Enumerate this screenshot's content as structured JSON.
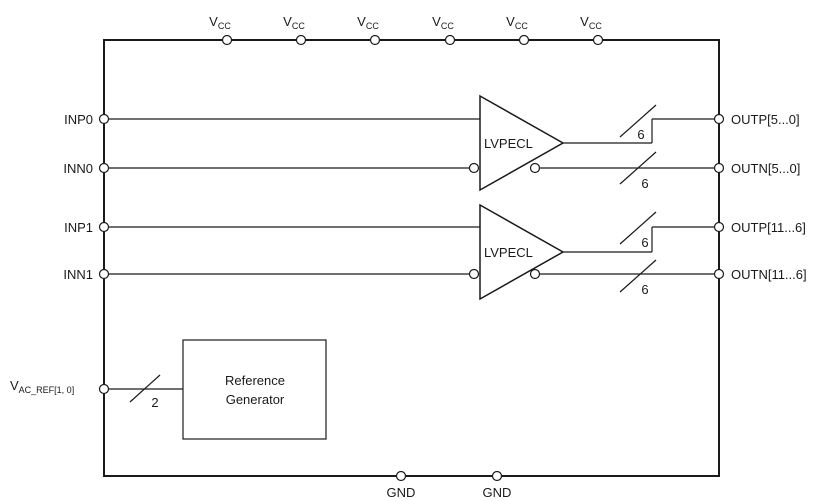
{
  "supply_pins": [
    {
      "main": "V",
      "sub": "CC"
    },
    {
      "main": "V",
      "sub": "CC"
    },
    {
      "main": "V",
      "sub": "CC"
    },
    {
      "main": "V",
      "sub": "CC"
    },
    {
      "main": "V",
      "sub": "CC"
    },
    {
      "main": "V",
      "sub": "CC"
    }
  ],
  "input_pins": [
    "INP0",
    "INN0",
    "INP1",
    "INN1"
  ],
  "output_pins": [
    "OUTP[5...0]",
    "OUTN[5...0]",
    "OUTP[11...6]",
    "OUTN[11...6]"
  ],
  "bus_widths": [
    "6",
    "6",
    "6",
    "6"
  ],
  "buffers": [
    "LVPECL",
    "LVPECL"
  ],
  "reference": {
    "pin": {
      "main": "V",
      "sub": "AC_REF[1, 0]"
    },
    "bus_width": "2",
    "block_line1": "Reference",
    "block_line2": "Generator"
  },
  "ground_pins": [
    "GND",
    "GND"
  ]
}
